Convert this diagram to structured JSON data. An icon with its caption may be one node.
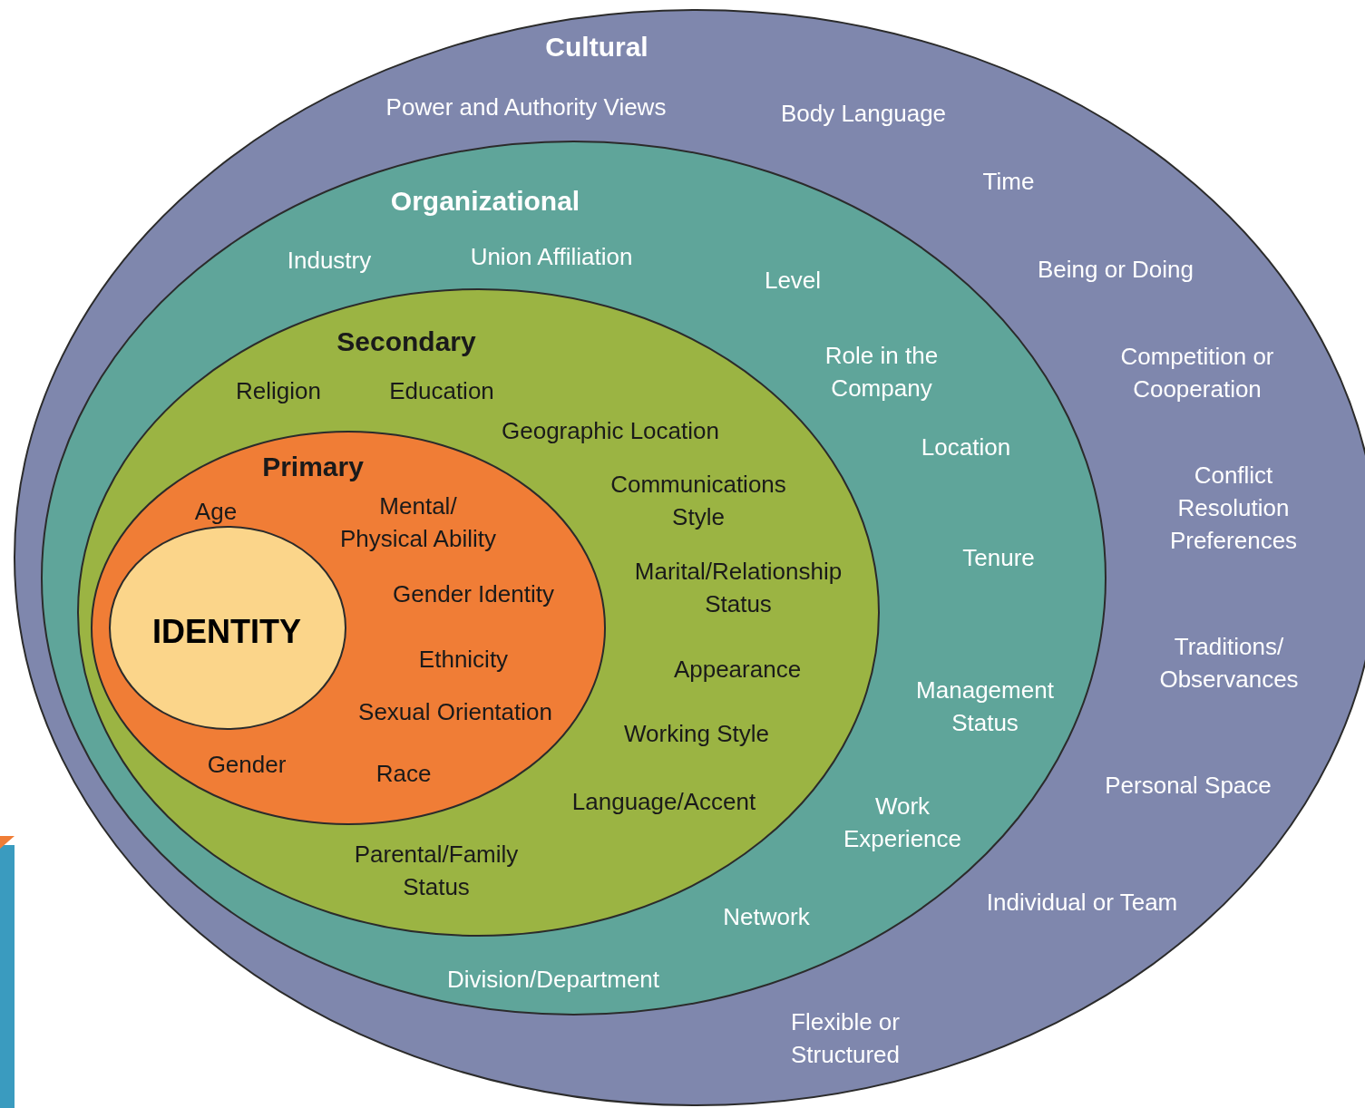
{
  "diagram": {
    "nodes": [
      {
        "text": [
          "Cultural",
          "Power and Authority Views",
          "Body Language",
          "Time",
          "Being or Doing",
          "Competition or Cooperation",
          "Conflict Resolution Preferences",
          "Traditions/ Observances",
          "Personal Space",
          "Individual or Team",
          "Flexible or Structured"
        ]
      },
      {
        "text": [
          "Organizational",
          "Industry",
          "Union Affiliation",
          "Level",
          "Role in the Company",
          "Location",
          "Tenure",
          "Management Status",
          "Work Experience",
          "Network",
          "Division/Department"
        ],
        "in": 0
      },
      {
        "text": [
          "Secondary",
          "Religion",
          "Education",
          "Geographic Location",
          "Communications Style",
          "Marital/Relationship Status",
          "Appearance",
          "Working Style",
          "Language/Accent",
          "Parental/Family Status"
        ],
        "in": 1
      },
      {
        "text": [
          "Primary",
          "Age",
          "Mental/ Physical Ability",
          "Gender Identity",
          "Ethnicity",
          "Sexual Orientation",
          "Gender",
          "Race"
        ],
        "in": 2
      },
      {
        "text": [
          "IDENTITY"
        ],
        "in": 3
      }
    ]
  }
}
